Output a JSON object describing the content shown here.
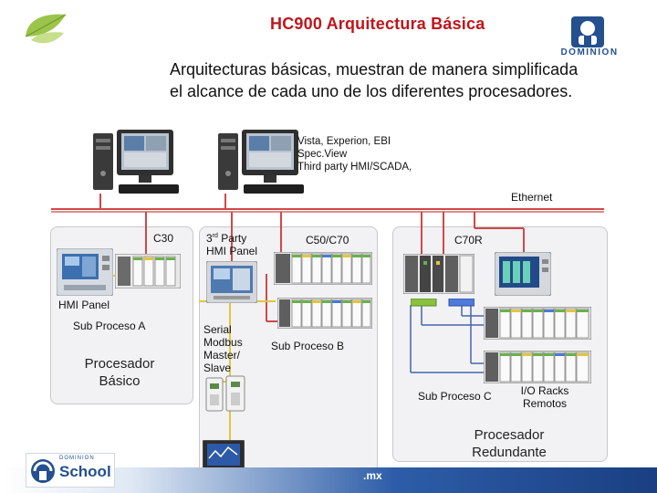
{
  "header": {
    "title": "HC900 Arquitectura Básica",
    "brand": "DOMINION"
  },
  "intro": {
    "line1": "Arquitecturas básicas, muestran de manera simplificada",
    "line2": "el alcance de cada uno de los diferentes procesadores."
  },
  "hmi_software": {
    "line1": "Vista, Experion, EBI",
    "line2": "Spec.View",
    "line3": "Third party HMI/SCADA,"
  },
  "network": {
    "ethernet": "Ethernet"
  },
  "labels": {
    "c30": "C30",
    "third_party_main": "3",
    "third_party_sup": "rd",
    "third_party_rest": " Party",
    "hmi_panel_2": "HMI Panel",
    "c50_c70": "C50/C70",
    "c70r": "C70R",
    "hmi_panel": "HMI Panel",
    "sub_proceso_a": "Sub Proceso A",
    "procesador_basico_1": "Procesador",
    "procesador_basico_2": "Básico",
    "serial_1": "Serial",
    "serial_2": "Modbus",
    "serial_3": "Master/",
    "serial_4": "Slave",
    "sub_proceso_b": "Sub Proceso B",
    "sub_proceso_c": "Sub Proceso C",
    "io_racks_1": "I/O Racks",
    "io_racks_2": "Remotos",
    "procesador_red_1": "Procesador",
    "procesador_red_2": "Redundante"
  },
  "footer": {
    "school_small": "DOMINION",
    "school_big": "School",
    "url": ".mx"
  },
  "colors": {
    "title": "#c0151b",
    "network_line": "#d04848",
    "serial_line": "#e0c640",
    "panel_bg": "#f2f2f4"
  }
}
